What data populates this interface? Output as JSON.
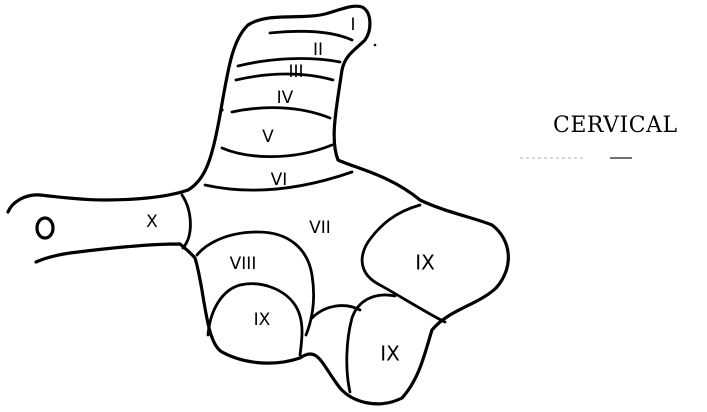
{
  "diagram": {
    "region_label": "CERVICAL",
    "laminae": [
      "I",
      "II",
      "III",
      "IV",
      "V",
      "VI",
      "VII",
      "VIII",
      "IX",
      "IX",
      "IX",
      "X"
    ]
  }
}
